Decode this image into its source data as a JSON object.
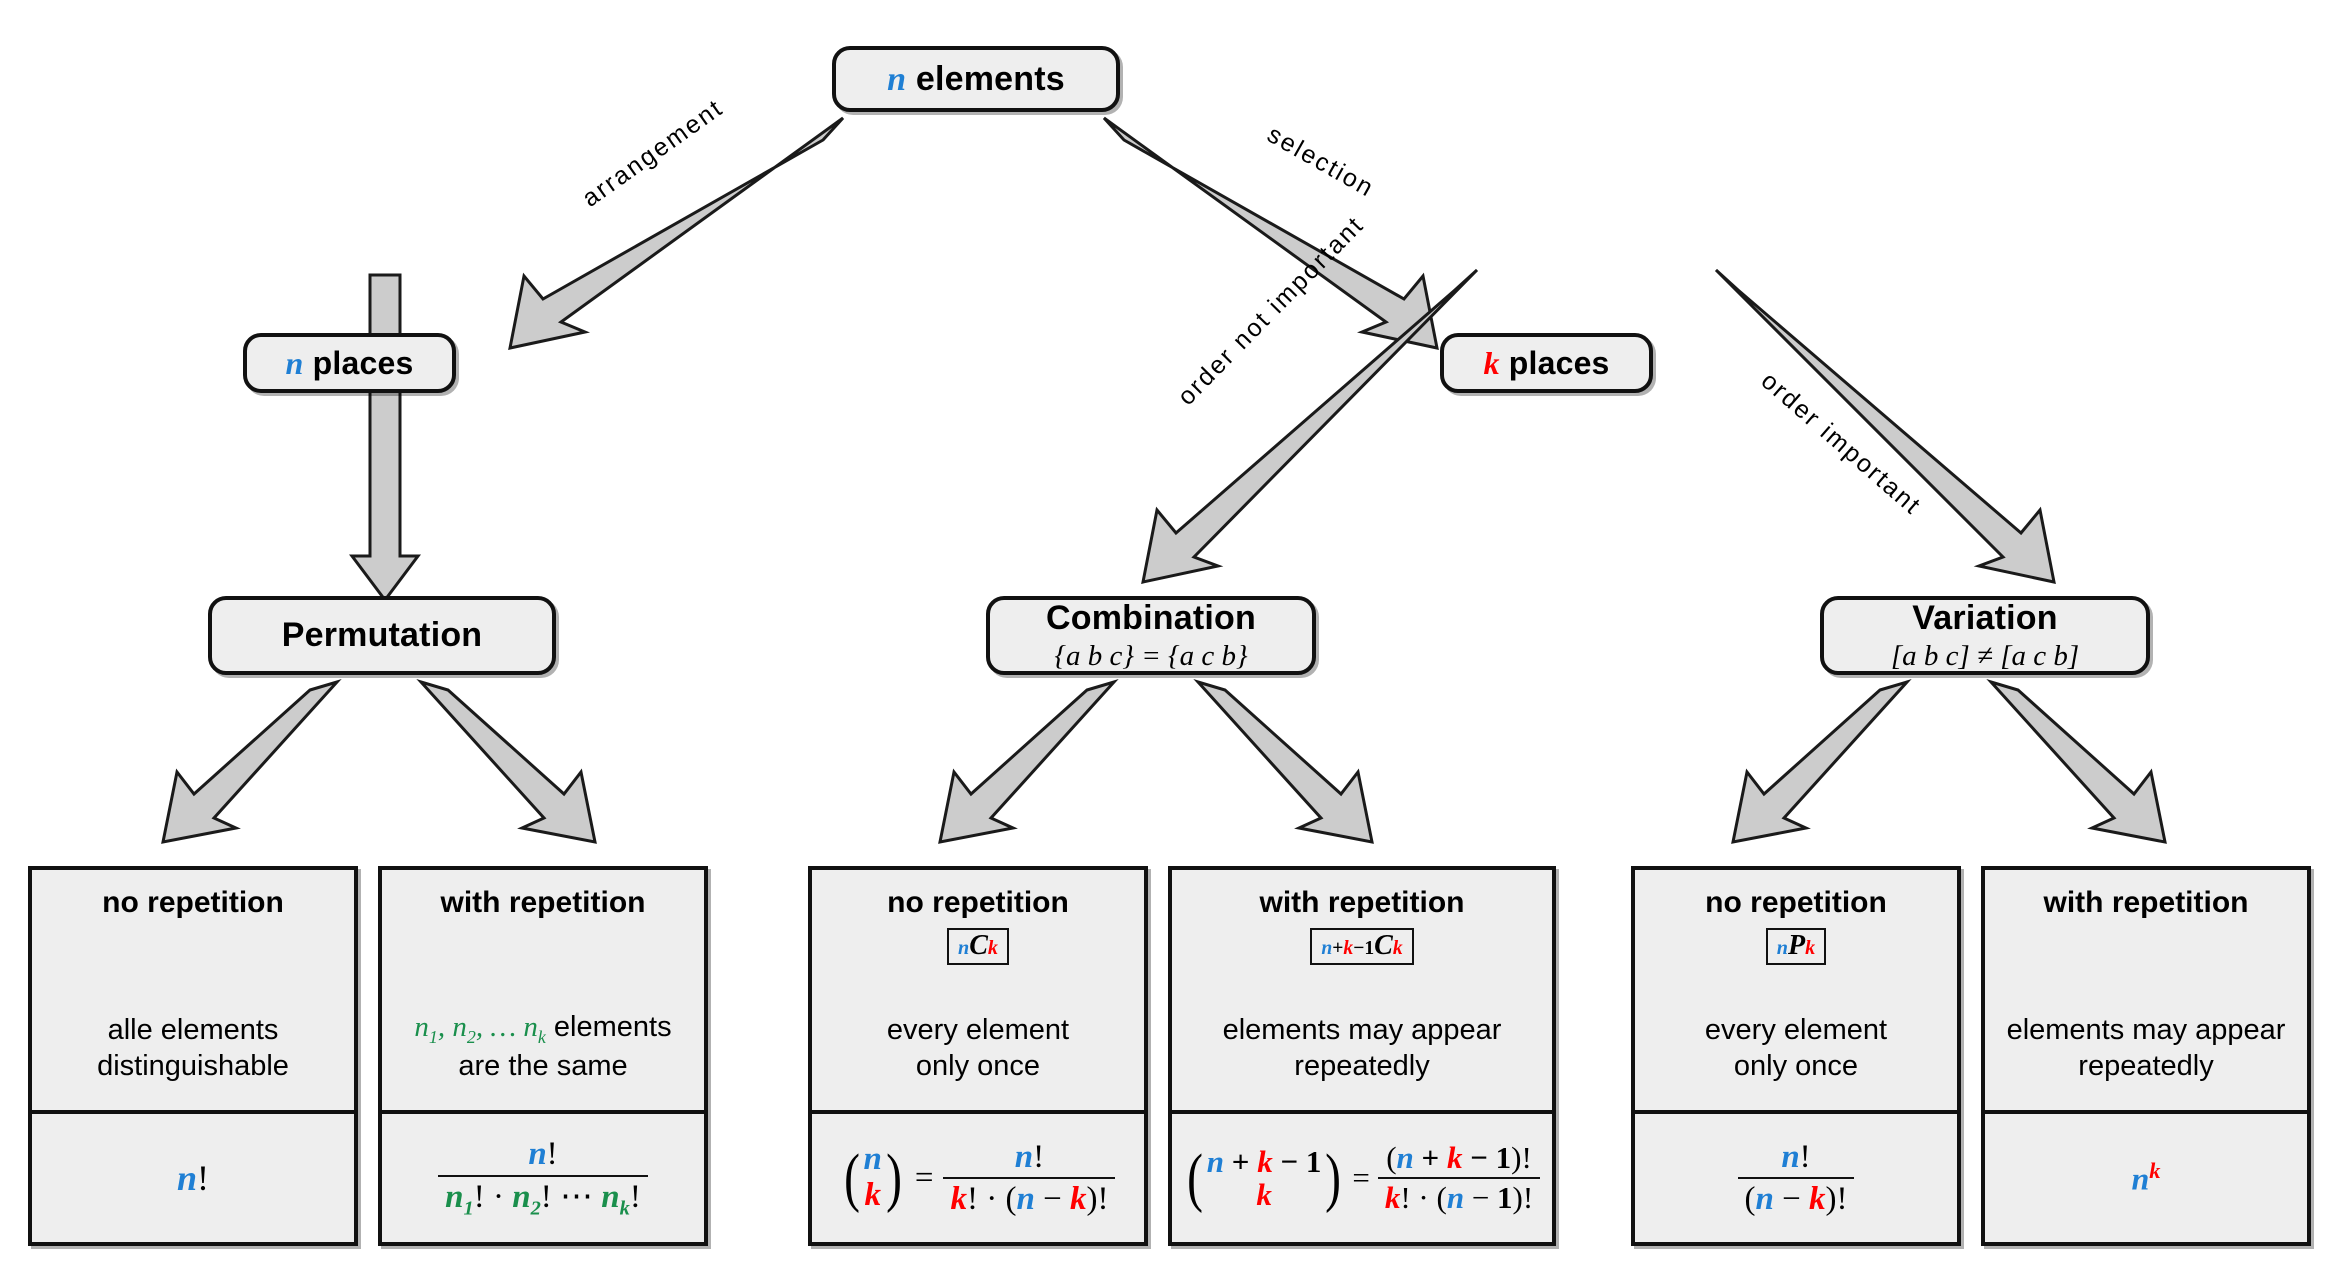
{
  "diagram": {
    "title": "Combinatorics decision tree",
    "colors": {
      "n_color": "#1f7fd4",
      "k_color": "#ff0000",
      "group_color": "#1a8f4c",
      "node_fill": "#eeeeee",
      "node_border": "#111111",
      "arrow_fill": "#cccccc"
    },
    "root": {
      "var": "n",
      "label": "elements"
    },
    "level2": [
      {
        "var": "n",
        "label": "places"
      },
      {
        "var": "k",
        "label": "places"
      }
    ],
    "edges": [
      {
        "label": "arrangement"
      },
      {
        "label": "selection"
      },
      {
        "label": "order not important"
      },
      {
        "label": "order important"
      }
    ],
    "categories": [
      {
        "title": "Permutation",
        "example": ""
      },
      {
        "title": "Combination",
        "example": "{a b c} = {a c b}"
      },
      {
        "title": "Variation",
        "example": "[a b c] ≠ [a c b]"
      }
    ],
    "leaves": [
      {
        "head": "no repetition",
        "notation": "",
        "desc_line1": "alle elements",
        "desc_line2": "distinguishable",
        "formula": "n!"
      },
      {
        "head": "with repetition",
        "notation": "",
        "desc_line1": "n₁, n₂, … nₖ elements",
        "desc_line2": "are the same",
        "formula": "n! / (n₁! · n₂! ⋯ nₖ!)"
      },
      {
        "head": "no repetition",
        "notation": "nCk",
        "desc_line1": "every element",
        "desc_line2": "only once",
        "formula": "(n over k) = n! / (k! · (n − k)!)"
      },
      {
        "head": "with repetition",
        "notation": "n+k-1Ck",
        "desc_line1": "elements may appear",
        "desc_line2": "repeatedly",
        "formula": "(n+k−1 over k) = (n + k − 1)! / (k! · (n − 1)!)"
      },
      {
        "head": "no repetition",
        "notation": "nPk",
        "desc_line1": "every element",
        "desc_line2": "only once",
        "formula": "n! / (n − k)!"
      },
      {
        "head": "with repetition",
        "notation": "",
        "desc_line1": "elements may appear",
        "desc_line2": "repeatedly",
        "formula": "nᵏ"
      }
    ],
    "math_tokens": {
      "n": "n",
      "k": "k",
      "C": "C",
      "P": "P",
      "bang": "!",
      "plus": "+",
      "minus": "−",
      "one": "1",
      "dot": "·",
      "equals": "=",
      "ldots": "⋯",
      "dots": "…",
      "comma": ",",
      "n1": "n",
      "n2": "n",
      "nk": "n",
      "sub1": "1",
      "sub2": "2",
      "subk": "k",
      "lparen": "(",
      "rparen": ")"
    }
  }
}
